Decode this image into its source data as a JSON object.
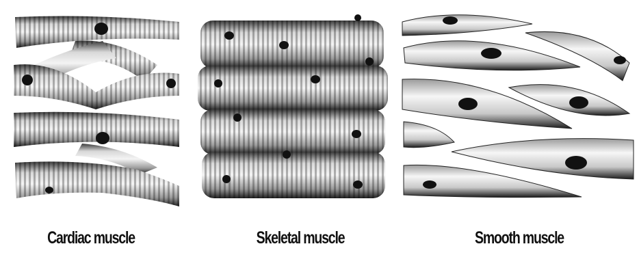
{
  "figure": {
    "panels": [
      {
        "id": "cardiac",
        "label": "Cardiac muscle"
      },
      {
        "id": "skeletal",
        "label": "Skeletal muscle"
      },
      {
        "id": "smooth",
        "label": "Smooth muscle"
      }
    ]
  }
}
